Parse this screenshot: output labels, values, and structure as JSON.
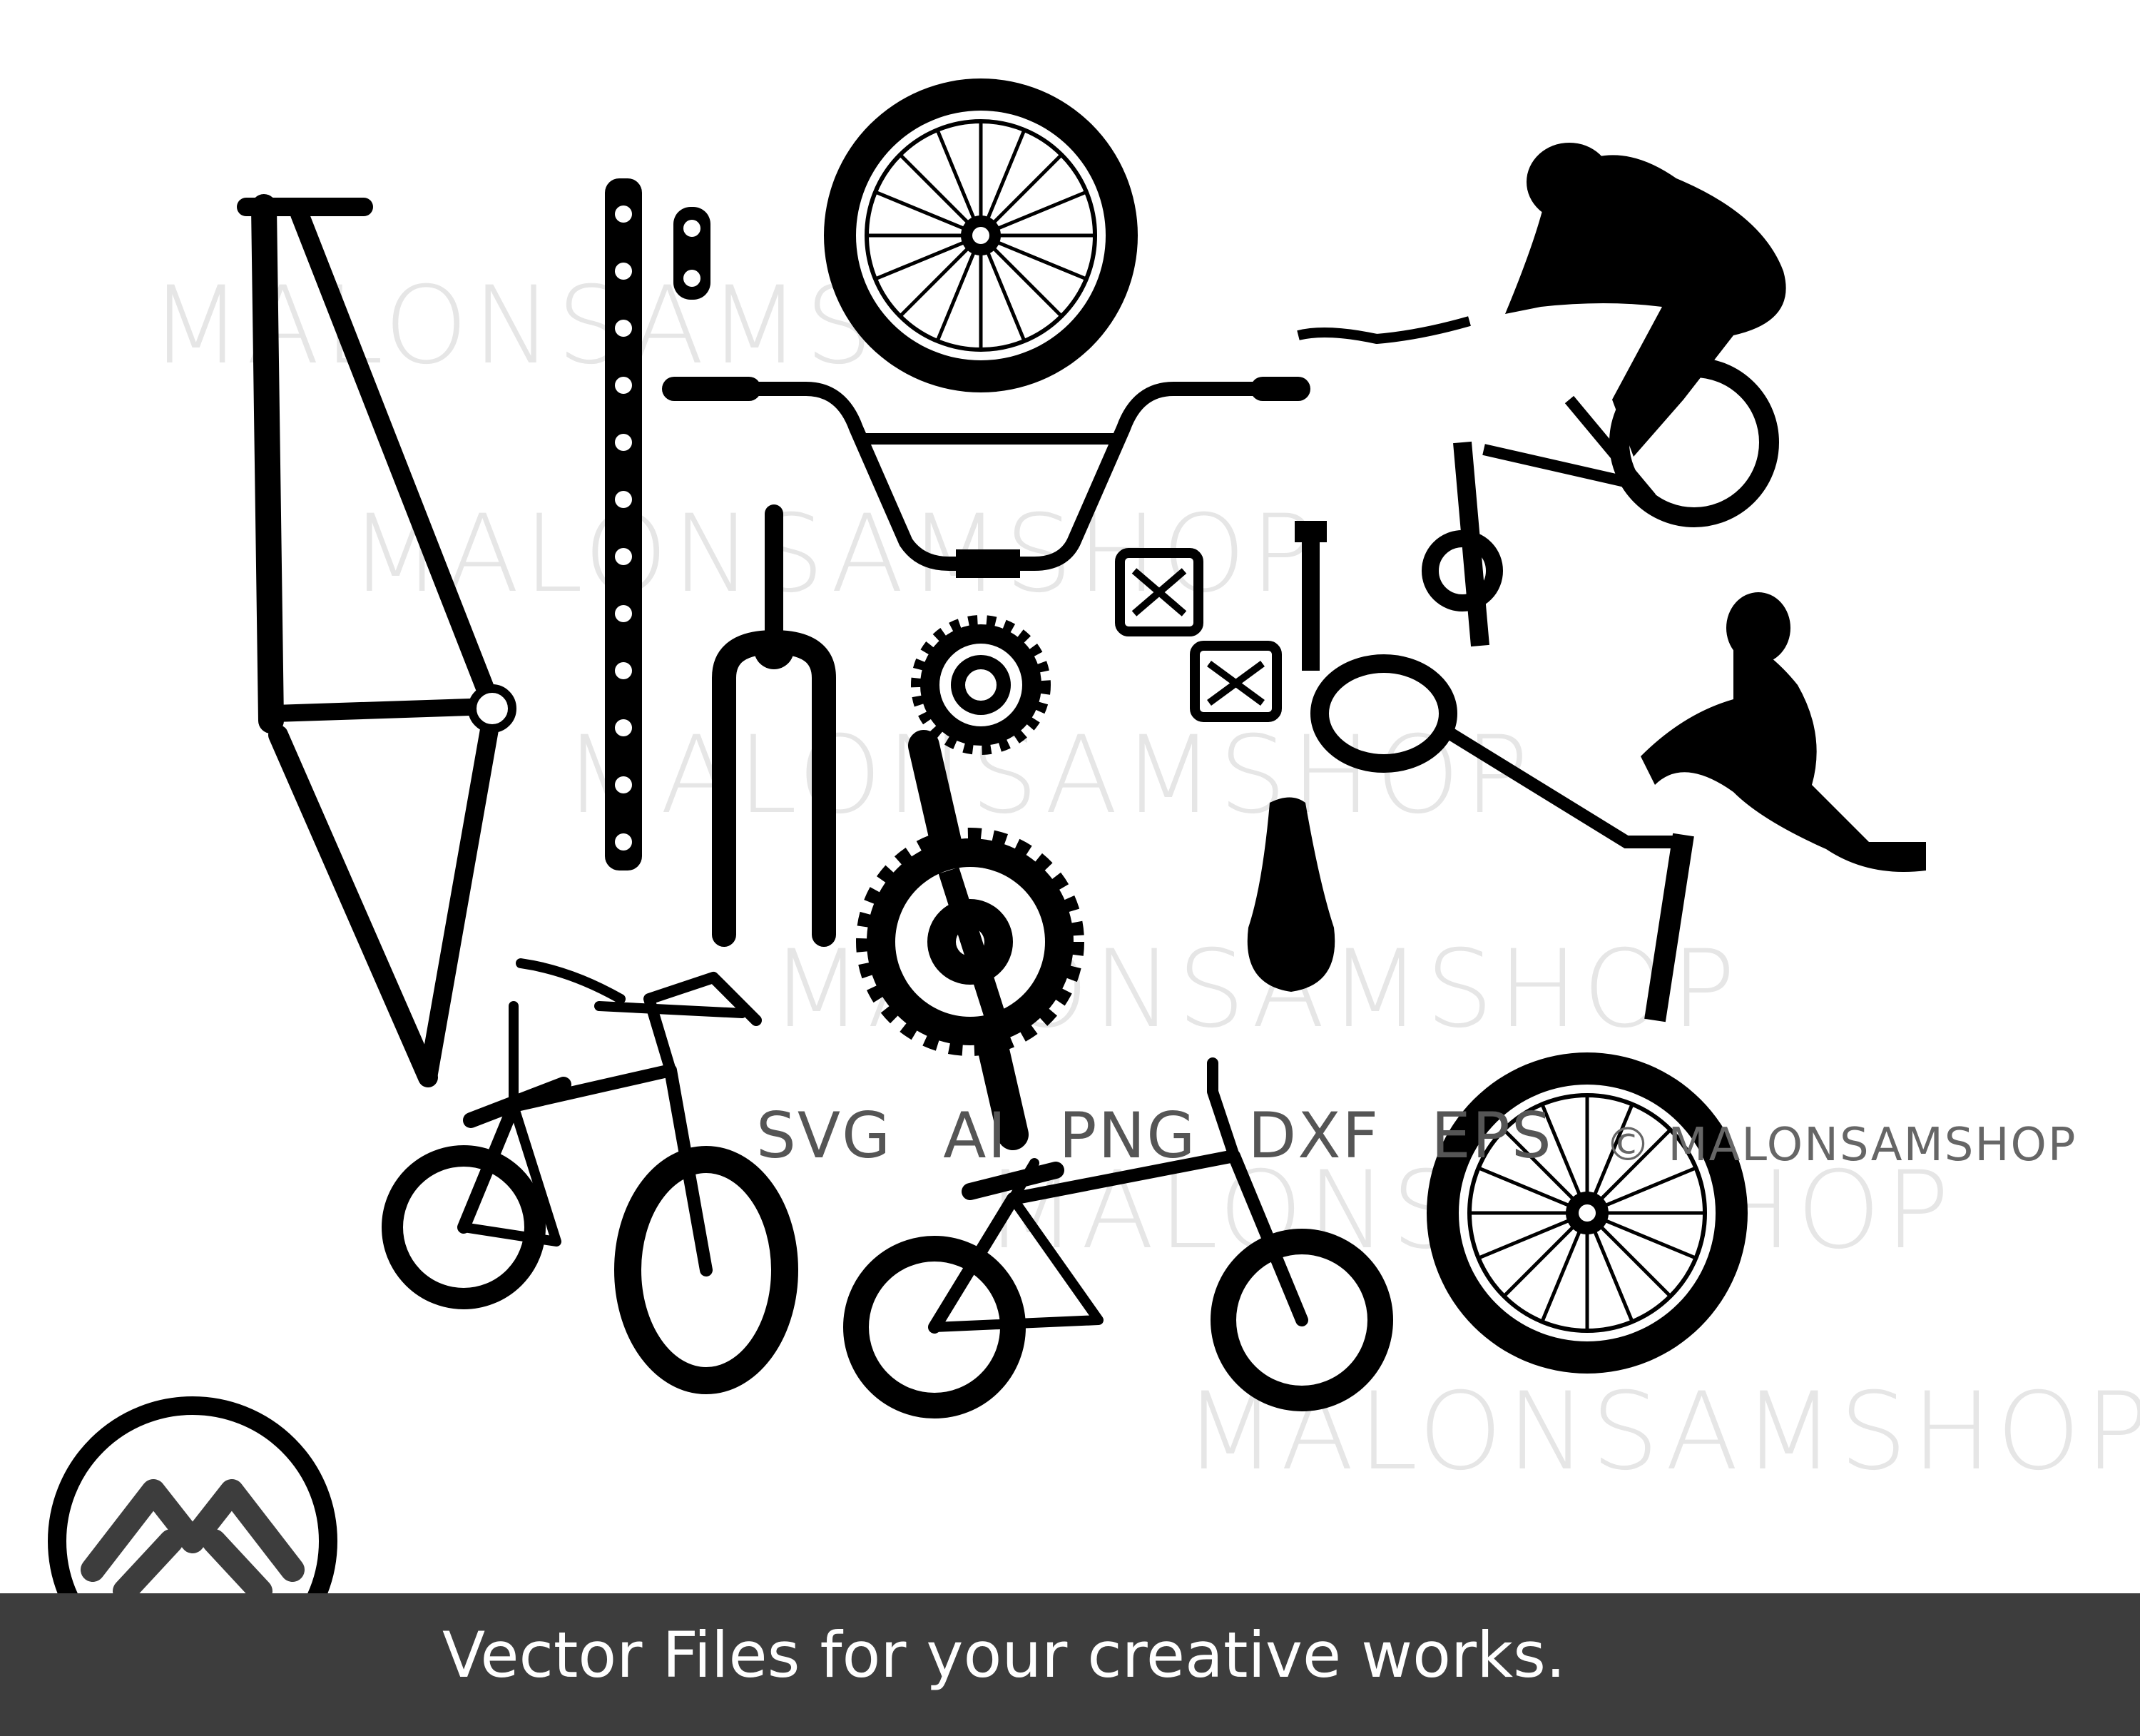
{
  "watermark_text": "MALONSAMSHOP",
  "formats": [
    "SVG",
    "AI",
    "PNG",
    "DXF",
    "EPS"
  ],
  "copyright": "© MALONSAMSHOP",
  "tagline": "Vector Files for your creative works.",
  "logo_icon": "malonsam-m-logo-icon",
  "colors": {
    "ink": "#000000",
    "footer": "#3d3d3d",
    "watermark": "#e6e6e6",
    "format_text": "#555555"
  }
}
